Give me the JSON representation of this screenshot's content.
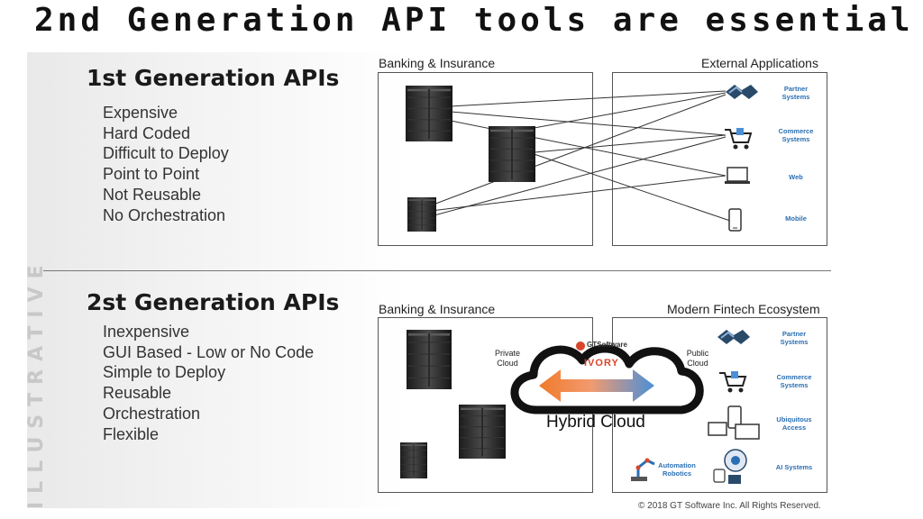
{
  "title": "2nd Generation API tools are essential",
  "gen1": {
    "heading": "1st Generation APIs",
    "bullets": [
      "Expensive",
      "Hard Coded",
      "Difficult to Deploy",
      "Point to Point",
      "Not Reusable",
      "No Orchestration"
    ],
    "left_label": "Banking & Insurance",
    "right_label": "External Applications",
    "apps": [
      {
        "name": "handshake-icon",
        "label_lines": [
          "Partner",
          "Systems"
        ]
      },
      {
        "name": "shopping-cart-icon",
        "label_lines": [
          "Commerce",
          "Systems"
        ]
      },
      {
        "name": "laptop-icon",
        "label_lines": [
          "Web"
        ]
      },
      {
        "name": "mobile-phone-icon",
        "label_lines": [
          "Mobile"
        ]
      }
    ]
  },
  "gen2": {
    "heading": "2st Generation APIs",
    "bullets": [
      "Inexpensive",
      "GUI Based - Low or No Code",
      "Simple to Deploy",
      "Reusable",
      "Orchestration",
      "Flexible"
    ],
    "left_label": "Banking & Insurance",
    "right_label": "Modern Fintech Ecosystem",
    "private_cloud": [
      "Private",
      "Cloud"
    ],
    "public_cloud": [
      "Public",
      "Cloud"
    ],
    "brand": "GTSoftware",
    "product": "IVORY",
    "hybrid": "Hybrid Cloud",
    "apps": [
      {
        "name": "handshake-icon",
        "label_lines": [
          "Partner",
          "Systems"
        ]
      },
      {
        "name": "shopping-cart-icon",
        "label_lines": [
          "Commerce",
          "Systems"
        ]
      },
      {
        "name": "devices-icon",
        "label_lines": [
          "Ubiquitous",
          "Access"
        ]
      },
      {
        "name": "robot-arm-icon",
        "label_lines": [
          "Automation",
          "Robotics"
        ]
      },
      {
        "name": "ai-head-icon",
        "label_lines": [
          "AI Systems"
        ]
      }
    ]
  },
  "watermark": "ILLUSTRATIVE",
  "copyright": "© 2018 GT Software Inc. All Rights Reserved.",
  "colors": {
    "accent_blue": "#2a6fb3",
    "arrow_orange": "#f07a2a",
    "arrow_blue": "#4a8fd8",
    "brand_red": "#d9452b"
  }
}
